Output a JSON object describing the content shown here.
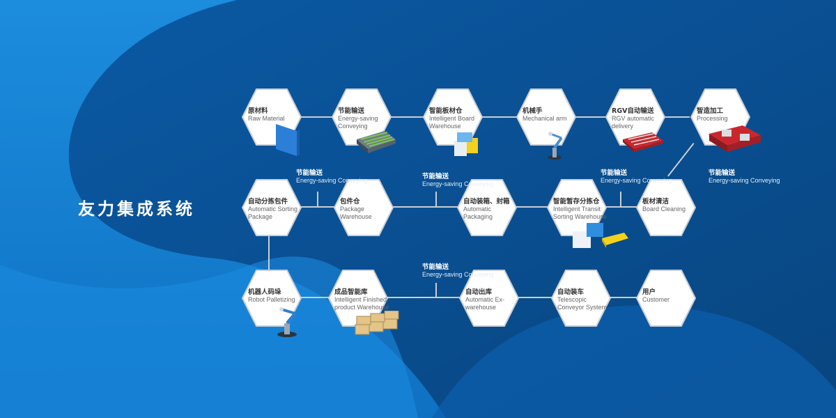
{
  "title": "友力集成系统",
  "nodes": [
    {
      "zh": "原材料",
      "en": "Raw Material"
    },
    {
      "zh": "节能输送",
      "en": "Energy-saving Conveying"
    },
    {
      "zh": "智能板材仓",
      "en": "Intelligent Board Warehouse"
    },
    {
      "zh": "机械手",
      "en": "Mechanical arm"
    },
    {
      "zh": "RGV自动输送",
      "en": "RGV automatic delivery"
    },
    {
      "zh": "智造加工",
      "en": "Processing"
    },
    {
      "zh": "自动分拣包件",
      "en": "Automatic Sorting Package"
    },
    {
      "zh": "包件仓",
      "en": "Package Warehouse"
    },
    {
      "zh": "自动装箱、封箱",
      "en": "Automatic Packaging"
    },
    {
      "zh": "智能暂存分拣仓",
      "en": "Intelligent Transit Sorting Warehouse"
    },
    {
      "zh": "板材清洁",
      "en": "Board Cleaning"
    },
    {
      "zh": "机器人码垛",
      "en": "Robot Palletizing"
    },
    {
      "zh": "成品智能库",
      "en": "Intelligent Finished product Warehouse"
    },
    {
      "zh": "自动出库",
      "en": "Automatic Ex-warehouse"
    },
    {
      "zh": "自动装车",
      "en": "Telescopic Conveyor System"
    },
    {
      "zh": "用户",
      "en": "Customer"
    }
  ],
  "connector_labels": [
    {
      "zh": "节能输送",
      "en": "Energy-saving Conveying"
    },
    {
      "zh": "节能输送",
      "en": "Energy-saving Conveying"
    },
    {
      "zh": "节能输送",
      "en": "Energy-saving Conveying"
    },
    {
      "zh": "节能输送",
      "en": "Energy-saving Conveying"
    },
    {
      "zh": "节能输送",
      "en": "Energy-saving Conveying"
    }
  ],
  "colors": {
    "background": "#0a4f8f",
    "hex_fill": "#ffffff",
    "connector": "#c9cfd6"
  },
  "illustrations": [
    "board-panel-icon",
    "roller-conveyor-icon",
    "storage-boxes-icon",
    "robot-arm-icon",
    "rgv-cart-icon",
    "processing-machine-icon",
    "sorting-boxes-icon",
    "pallet-stack-icon",
    "robot-palletizer-icon"
  ]
}
